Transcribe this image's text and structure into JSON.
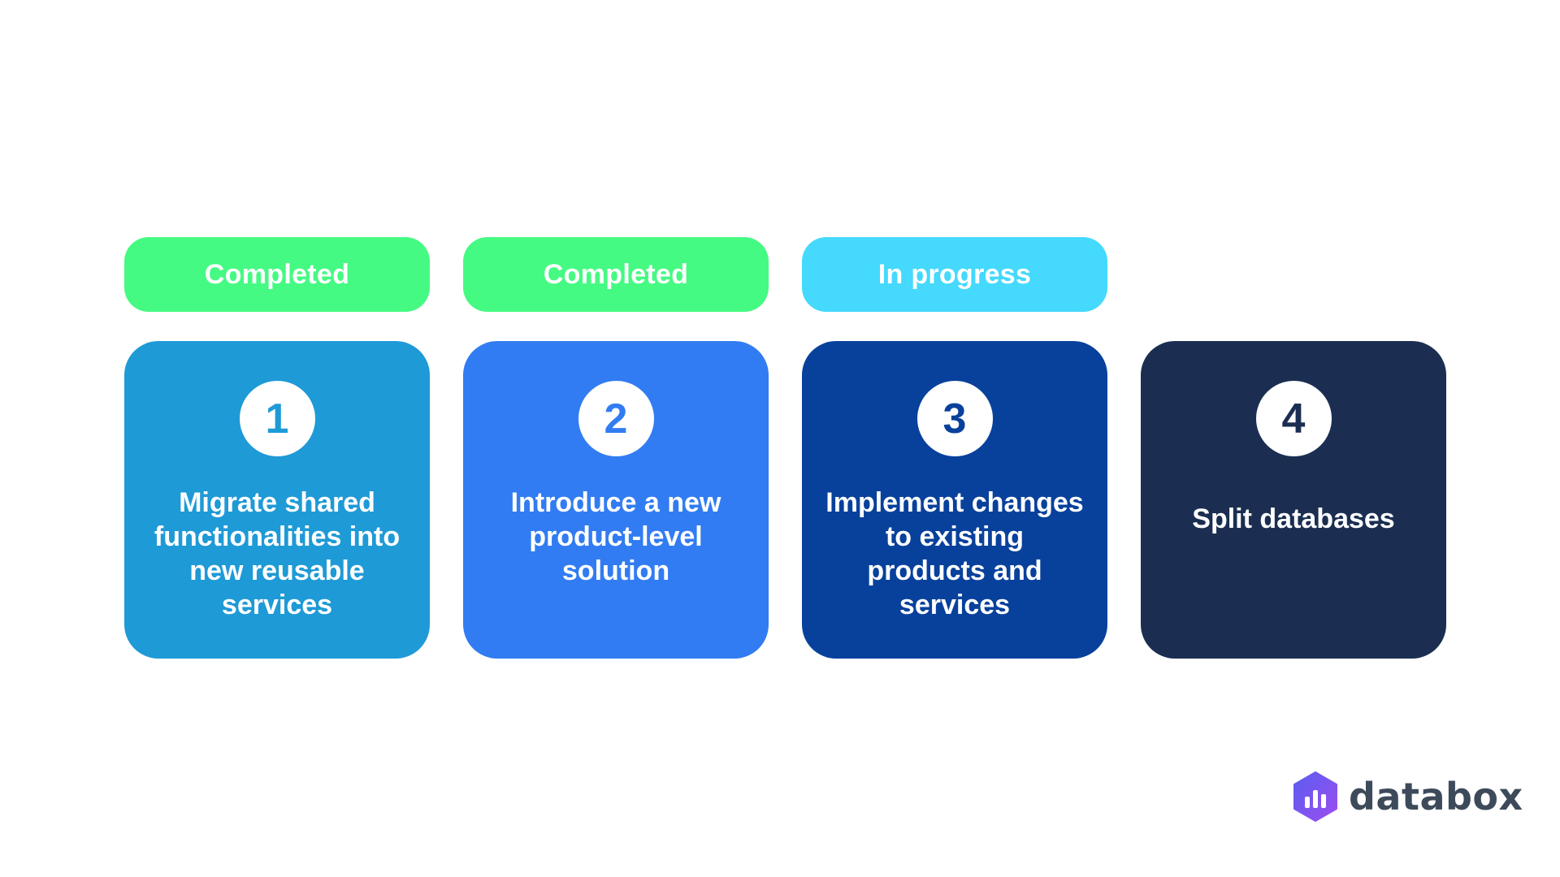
{
  "steps": [
    {
      "status": "Completed",
      "status_color": "#45fa82",
      "number": "1",
      "text": "Migrate shared functionalities into new reusable services",
      "card_color": "#1e9ad6",
      "number_color": "#1e9ad6"
    },
    {
      "status": "Completed",
      "status_color": "#45fa82",
      "number": "2",
      "text": "Introduce a new product-level solution",
      "card_color": "#317cf2",
      "number_color": "#317cf2"
    },
    {
      "status": "In progress",
      "status_color": "#44d9fd",
      "number": "3",
      "text": "Implement changes to existing products and services",
      "card_color": "#08419c",
      "number_color": "#08419c"
    },
    {
      "status": "",
      "status_color": "",
      "number": "4",
      "text": "Split databases",
      "card_color": "#1b2e52",
      "number_color": "#1b2e52"
    }
  ],
  "logo": {
    "text": "databox",
    "icon": "databox-hexagon-bar-icon",
    "gradient_start": "#5a5df0",
    "gradient_end": "#9c4ef0"
  }
}
